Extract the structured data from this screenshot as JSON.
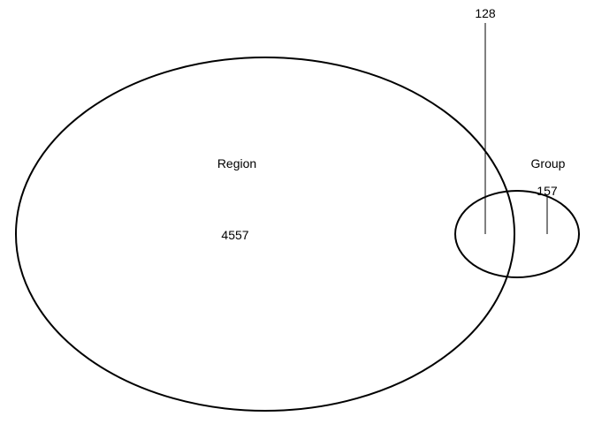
{
  "diagram": {
    "type": "venn",
    "sets": [
      {
        "name": "Region",
        "only_count": "4557"
      },
      {
        "name": "Group",
        "only_count": "157"
      }
    ],
    "intersection": {
      "count": "128"
    },
    "colors": {
      "outline": "#000000",
      "background": "#ffffff"
    }
  }
}
